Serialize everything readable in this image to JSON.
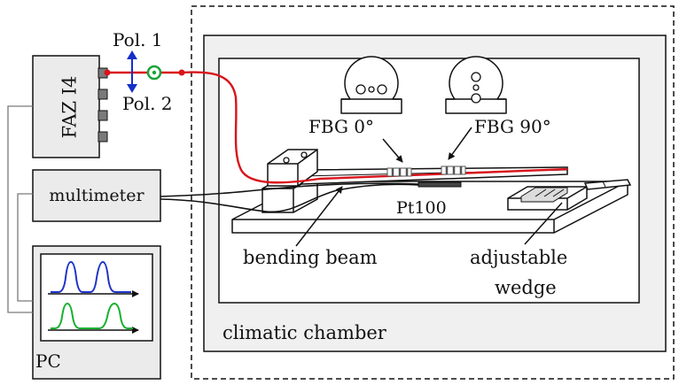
{
  "labels": {
    "faz": "FAZ I4",
    "pol1": "Pol. 1",
    "pol2": "Pol. 2",
    "multimeter": "multimeter",
    "pc": "PC",
    "fbg0": "FBG 0°",
    "fbg90": "FBG 90°",
    "pt100": "Pt100",
    "bending_beam": "bending beam",
    "adjustable": "adjustable",
    "wedge": "wedge",
    "climatic_chamber": "climatic chamber"
  },
  "colors": {
    "fiber": "#d9141b",
    "polarization_arrow": "#1530c8",
    "polarization_ring": "#1aa33a",
    "spectrum_top": "#1f33c8",
    "spectrum_bottom": "#16b02e",
    "chamber_fill": "#f0f0f0",
    "device_fill": "#ebebeb"
  }
}
